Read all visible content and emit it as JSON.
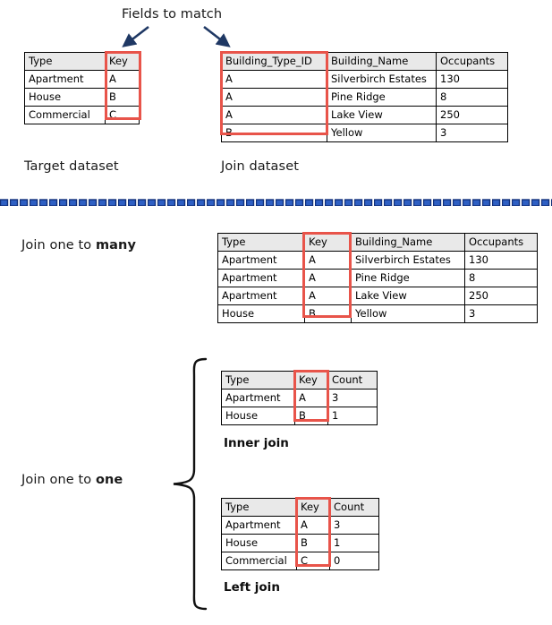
{
  "annotations": {
    "fields_to_match": "Fields to match",
    "target_dataset": "Target dataset",
    "join_dataset": "Join dataset",
    "join_one_to_many_prefix": "Join one to ",
    "join_one_to_many_emphasis": "many",
    "join_one_to_one_prefix": "Join one to ",
    "join_one_to_one_emphasis": "one",
    "inner_join": "Inner join",
    "left_join": "Left join"
  },
  "colors": {
    "highlight": "#e8544a",
    "header_fill": "#e9e9e9",
    "border": "#000000",
    "arrow": "#1f3864",
    "divider": "#2e5fc3",
    "text": "#000000"
  },
  "target_table": {
    "headers": [
      "Type",
      "Key"
    ],
    "rows": [
      [
        "Apartment",
        "A"
      ],
      [
        "House",
        "B"
      ],
      [
        "Commercial",
        "C"
      ]
    ]
  },
  "join_table": {
    "headers": [
      "Building_Type_ID",
      "Building_Name",
      "Occupants"
    ],
    "rows": [
      [
        "A",
        "Silverbirch Estates",
        "130"
      ],
      [
        "A",
        "Pine Ridge",
        "8"
      ],
      [
        "A",
        "Lake View",
        "250"
      ],
      [
        "B",
        "Yellow",
        "3"
      ]
    ]
  },
  "one_to_many_table": {
    "headers": [
      "Type",
      "Key",
      "Building_Name",
      "Occupants"
    ],
    "rows": [
      [
        "Apartment",
        "A",
        "Silverbirch Estates",
        "130"
      ],
      [
        "Apartment",
        "A",
        "Pine Ridge",
        "8"
      ],
      [
        "Apartment",
        "A",
        "Lake View",
        "250"
      ],
      [
        "House",
        "B",
        "Yellow",
        "3"
      ]
    ]
  },
  "inner_join_table": {
    "headers": [
      "Type",
      "Key",
      "Count"
    ],
    "rows": [
      [
        "Apartment",
        "A",
        "3"
      ],
      [
        "House",
        "B",
        "1"
      ]
    ]
  },
  "left_join_table": {
    "headers": [
      "Type",
      "Key",
      "Count"
    ],
    "rows": [
      [
        "Apartment",
        "A",
        "3"
      ],
      [
        "House",
        "B",
        "1"
      ],
      [
        "Commercial",
        "C",
        "0"
      ]
    ]
  }
}
